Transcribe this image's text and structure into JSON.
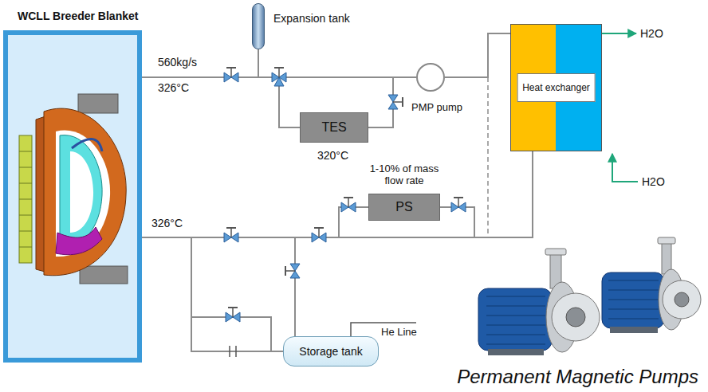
{
  "diagram": {
    "nodes": [
      {
        "text": [
          "WCLL Breeder Blanket"
        ]
      },
      {
        "text": [
          "Expansion tank"
        ]
      },
      {
        "text": [
          "TES"
        ]
      },
      {
        "text": [
          "PMP pump"
        ]
      },
      {
        "text": [
          "Heat exchanger"
        ]
      },
      {
        "text": [
          "PS"
        ]
      },
      {
        "text": [
          "Storage tank"
        ]
      }
    ],
    "edges": [
      {
        "from": 0,
        "to": 3,
        "arrow": "none"
      },
      {
        "from": 0,
        "to": 2,
        "arrow": "none"
      },
      {
        "from": 2,
        "to": 3,
        "arrow": "none"
      },
      {
        "from": 1,
        "to": 3,
        "arrow": "none"
      },
      {
        "from": 3,
        "to": 4,
        "arrow": "none"
      },
      {
        "from": 4,
        "to": 0,
        "arrow": "none"
      },
      {
        "from": 4,
        "to": 5,
        "arrow": "none"
      },
      {
        "from": 5,
        "to": 0,
        "arrow": "none"
      },
      {
        "from": 6,
        "to": 0,
        "arrow": "none"
      },
      {
        "from": 6,
        "to": 0,
        "arrow": "none"
      }
    ],
    "labels": [
      "560kg/s",
      "326°C",
      "320°C",
      "1-10% of mass flow rate",
      "326°C",
      "He Line",
      "H2O",
      "H2O",
      "Permanent Magnetic Pumps"
    ]
  }
}
